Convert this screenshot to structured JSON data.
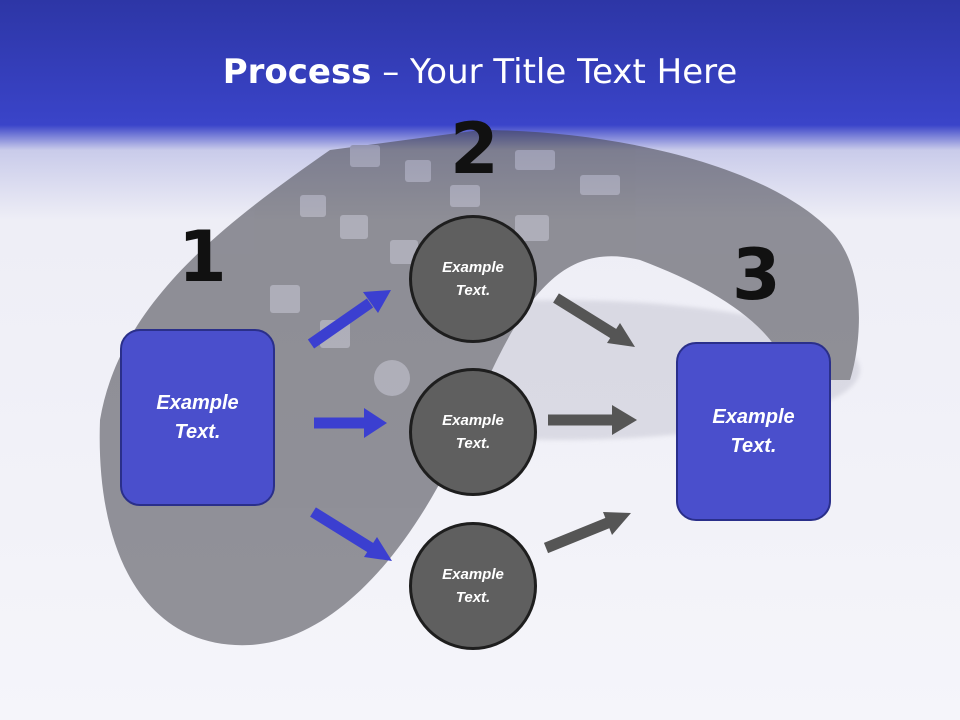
{
  "title": {
    "bold": "Process",
    "rest": " – Your Title Text Here"
  },
  "steps": {
    "one": "1",
    "two": "2",
    "three": "3"
  },
  "source_box": {
    "line1": "Example",
    "line2": "Text."
  },
  "circles": [
    {
      "line1": "Example",
      "line2": "Text."
    },
    {
      "line1": "Example",
      "line2": "Text."
    },
    {
      "line1": "Example",
      "line2": "Text."
    }
  ],
  "target_box": {
    "line1": "Example",
    "line2": "Text."
  },
  "colors": {
    "header": "#3a44c9",
    "box": "#4a4fcc",
    "circle": "#5f5f5f",
    "blue_arrow": "#3b3fd0",
    "gray_arrow": "#555555"
  }
}
